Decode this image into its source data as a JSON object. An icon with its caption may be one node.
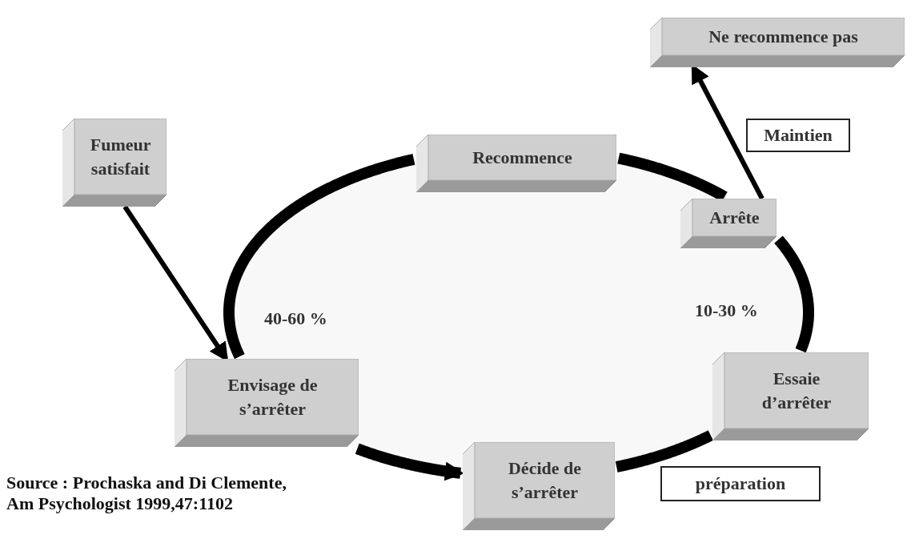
{
  "diagram": {
    "nodes": [
      {
        "text": [
          "Ne recommence pas"
        ]
      },
      {
        "text": [
          "Maintien"
        ]
      },
      {
        "text": [
          "Fumeur satisfait"
        ]
      },
      {
        "text": [
          "Recommence"
        ]
      },
      {
        "text": [
          "Arrête"
        ]
      },
      {
        "text": [
          "Envisage de s’arrêter"
        ]
      },
      {
        "text": [
          "Essaie d’arrêter"
        ]
      },
      {
        "text": [
          "Décide de s’arrêter"
        ]
      },
      {
        "text": [
          "préparation"
        ]
      }
    ],
    "edges": [
      {
        "from": 2,
        "to": 5,
        "arrow": "to"
      },
      {
        "from": 4,
        "to": 0,
        "arrow": "to"
      },
      {
        "from": 5,
        "to": 7,
        "arrow": "to"
      },
      {
        "from": 7,
        "to": 6,
        "arrow": "none"
      },
      {
        "from": 6,
        "to": 4,
        "arrow": "none"
      },
      {
        "from": 4,
        "to": 3,
        "arrow": "none"
      },
      {
        "from": 3,
        "to": 5,
        "arrow": "none"
      }
    ],
    "labels": [
      "40-60 %",
      "10-30 %",
      "Source : Prochaska and Di Clemente, Am Psychologist 1999,47:1102"
    ]
  }
}
